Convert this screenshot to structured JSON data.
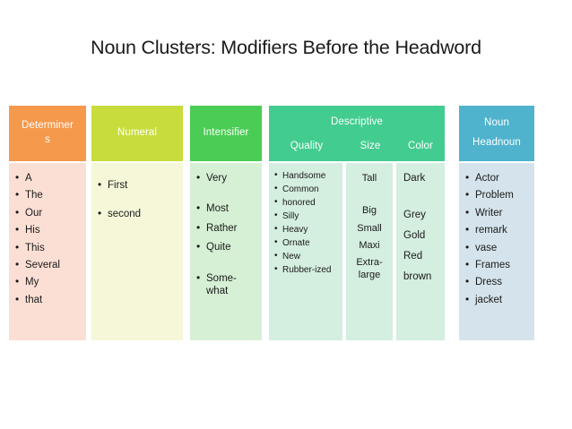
{
  "slide": {
    "title": "Noun Clusters: Modifiers Before the Headword",
    "background": "#ffffff"
  },
  "columns": [
    {
      "id": "determiners",
      "header_line1": "Determiner",
      "header_line2": "s",
      "header_color": "#F5994D",
      "body_color": "#FBDFD4",
      "items": [
        "A",
        "The",
        "Our",
        "His",
        "This",
        "Several",
        "My",
        "that"
      ]
    },
    {
      "id": "numeral",
      "header_line1": "Numeral",
      "header_color": "#C8DC3C",
      "body_color": "#F5F7D8",
      "items": [
        "First",
        "second"
      ]
    },
    {
      "id": "intensifier",
      "header_line1": "Intensifier",
      "header_color": "#4ACC55",
      "body_color": "#D5F0D5",
      "items": [
        "Very",
        "Most",
        "Rather",
        "Quite",
        "Some-what"
      ]
    },
    {
      "id": "descriptive",
      "header_line1": "Descriptive",
      "header_color": "#43CC90",
      "body_color": "#D4EEE0",
      "subcolumns": [
        {
          "id": "quality",
          "label": "Quality",
          "items": [
            "Handsome",
            "Common",
            "honored",
            "Silly",
            "Heavy",
            "Ornate",
            "New",
            "Rubber-ized"
          ]
        },
        {
          "id": "size",
          "label": "Size",
          "items": [
            "Tall",
            "Big",
            "Small",
            "Maxi",
            "Extra-large"
          ]
        },
        {
          "id": "color",
          "label": "Color",
          "items": [
            "Dark",
            "Grey",
            "Gold",
            "Red",
            "brown"
          ]
        }
      ]
    },
    {
      "id": "noun",
      "header_line1": "Noun",
      "header_line2": "Headnoun",
      "header_color": "#4FB3CD",
      "body_color": "#D5E4EC",
      "items": [
        "Actor",
        "Problem",
        "Writer",
        "remark",
        "vase",
        "Frames",
        "Dress",
        "jacket"
      ]
    }
  ]
}
